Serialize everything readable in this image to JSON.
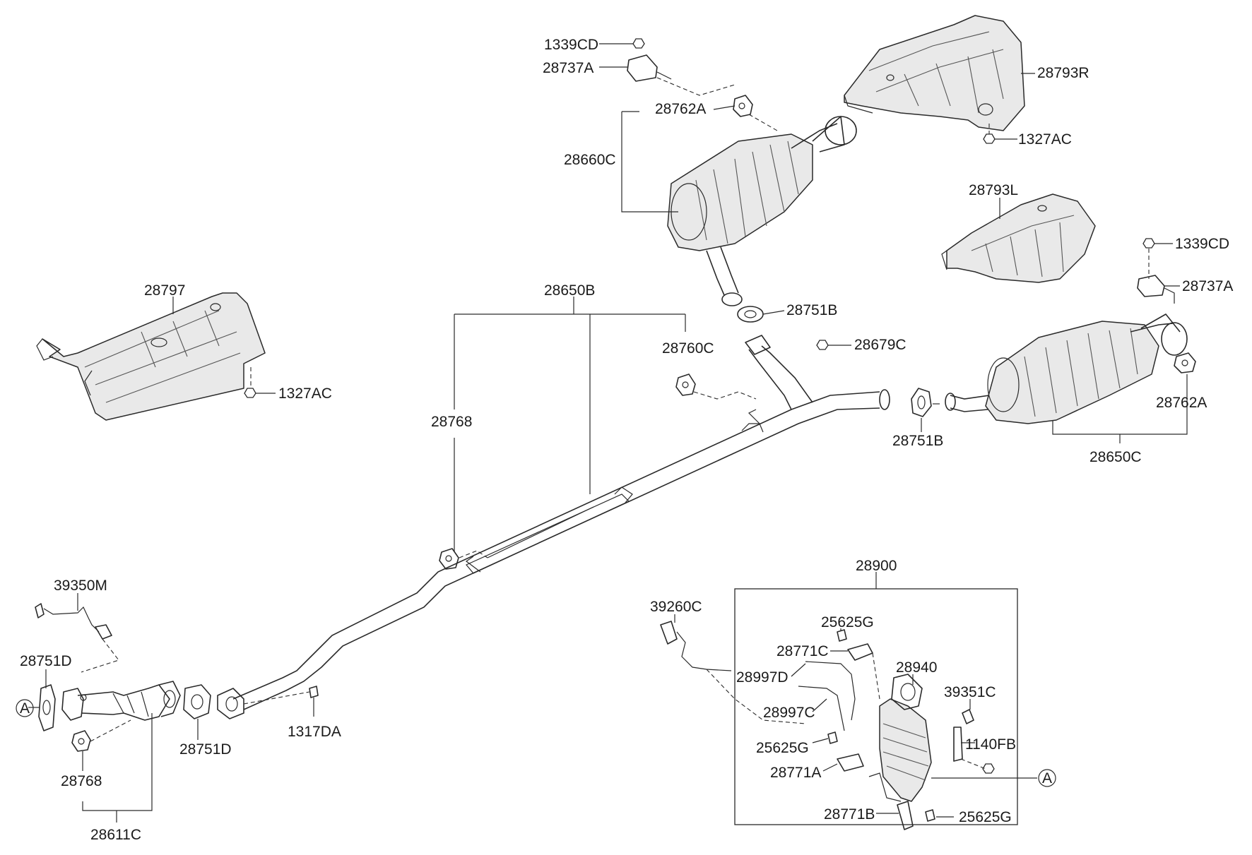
{
  "diagram": {
    "labels": {
      "l_1339CD_top": "1339CD",
      "l_28737A_top": "28737A",
      "l_28762A_top": "28762A",
      "l_28660C": "28660C",
      "l_28793R": "28793R",
      "l_1327AC_right": "1327AC",
      "l_28793L": "28793L",
      "l_1339CD_right": "1339CD",
      "l_28737A_right": "28737A",
      "l_28797": "28797",
      "l_1327AC_left": "1327AC",
      "l_28650B": "28650B",
      "l_28751B_top": "28751B",
      "l_28679C": "28679C",
      "l_28760C": "28760C",
      "l_28768_mid": "28768",
      "l_28751B_mid": "28751B",
      "l_28762A_right": "28762A",
      "l_28650C": "28650C",
      "l_39350M": "39350M",
      "l_28751D_left": "28751D",
      "l_28768_bottom": "28768",
      "l_28611C": "28611C",
      "l_28751D_mid": "28751D",
      "l_1317DA": "1317DA",
      "l_28900": "28900",
      "l_39260C": "39260C",
      "l_25625G_top": "25625G",
      "l_28771C": "28771C",
      "l_28940": "28940",
      "l_28997D": "28997D",
      "l_39351C": "39351C",
      "l_28997C": "28997C",
      "l_1140FB": "1140FB",
      "l_25625G_mid": "25625G",
      "l_28771A": "28771A",
      "l_28771B": "28771B",
      "l_25625G_bottom": "25625G"
    },
    "refs": {
      "ref_left": "A",
      "ref_right": "A"
    }
  }
}
